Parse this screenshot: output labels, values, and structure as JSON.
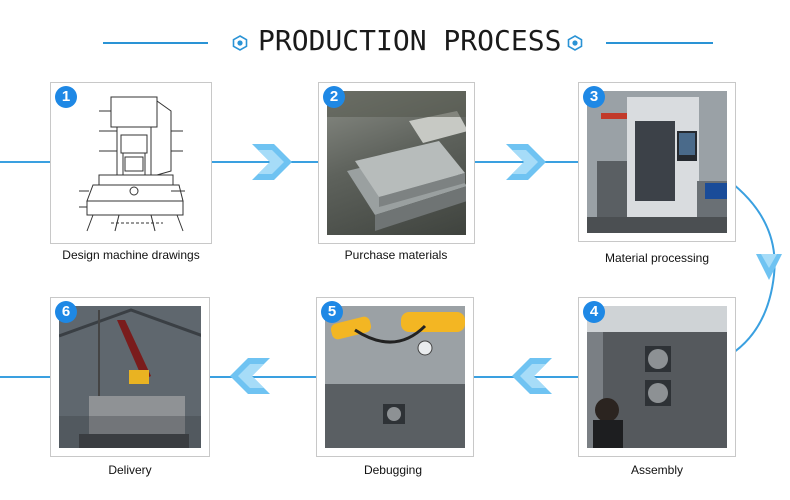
{
  "header": {
    "title": "PRODUCTION PROCESS"
  },
  "colors": {
    "accent": "#2a93d5",
    "badge": "#1e88e5",
    "arrow": "#6fc3f2"
  },
  "steps": [
    {
      "number": "1",
      "label": "Design machine drawings"
    },
    {
      "number": "2",
      "label": "Purchase materials"
    },
    {
      "number": "3",
      "label": "Material processing"
    },
    {
      "number": "4",
      "label": "Assembly"
    },
    {
      "number": "5",
      "label": "Debugging"
    },
    {
      "number": "6",
      "label": "Delivery"
    }
  ]
}
